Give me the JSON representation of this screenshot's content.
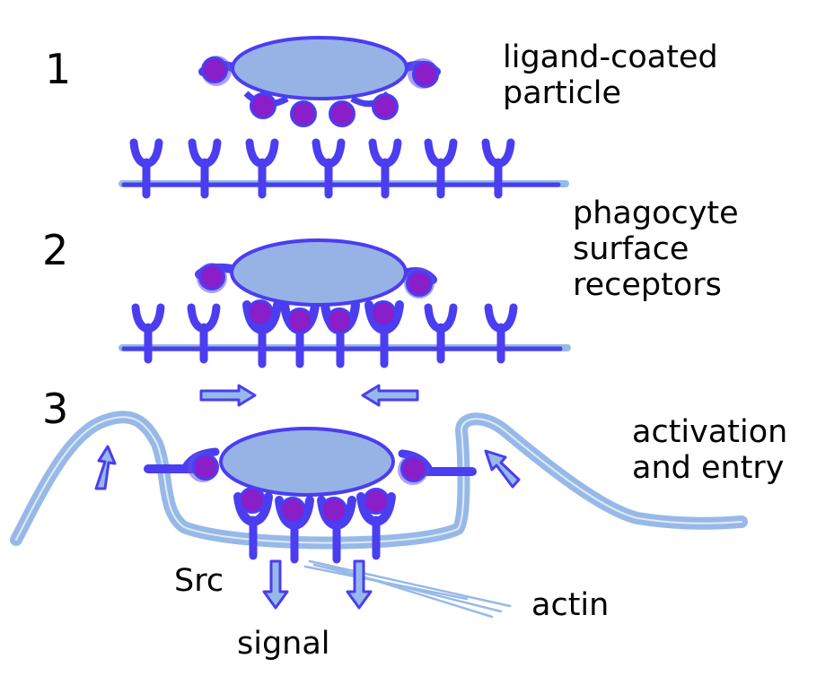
{
  "steps": {
    "one": "1",
    "two": "2",
    "three": "3"
  },
  "labels": {
    "ligand_particle": [
      "ligand-coated",
      "particle"
    ],
    "receptors": [
      "phagocyte",
      "surface",
      "receptors"
    ],
    "activation": [
      "activation",
      "and entry"
    ],
    "src": "Src",
    "signal": "signal",
    "actin": "actin"
  },
  "colors": {
    "receptor": "#4a3ef0",
    "receptor_dark": "#3a2fe0",
    "particle_fill": "#97b3e6",
    "ligand_fill": "#8a1ec8",
    "membrane": "#97b9e8"
  }
}
